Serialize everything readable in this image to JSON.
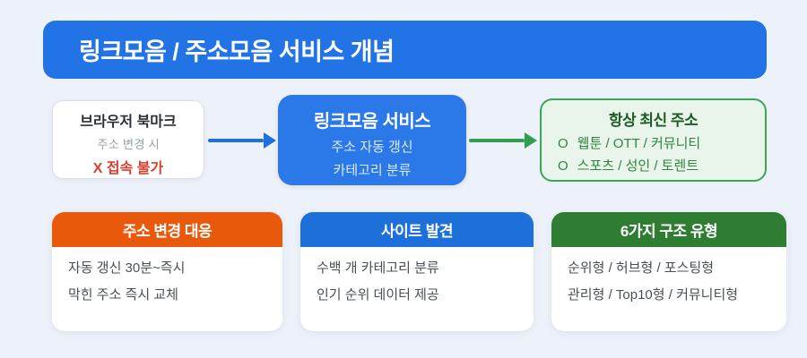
{
  "header": {
    "title": "링크모음 / 주소모음 서비스 개념",
    "bg": "#2273e6"
  },
  "flow": {
    "bookmark": {
      "title": "브라우저 북마크",
      "subtitle": "주소 변경 시",
      "warning": "X 접속 불가",
      "warning_color": "#e03e2d"
    },
    "arrow1_color": "#1e6fe0",
    "service": {
      "title": "링크모음 서비스",
      "line1": "주소 자동 갱신",
      "line2": "카테고리 분류",
      "bg": "#2b79e8"
    },
    "arrow2_color": "#2ea04d",
    "result": {
      "title": "항상 최신 주소",
      "items": [
        {
          "bullet": "O",
          "text": "웹툰 / OTT / 커뮤니티"
        },
        {
          "bullet": "O",
          "text": "스포츠 / 성인 / 토렌트"
        }
      ],
      "border_color": "#3aa65a",
      "bg": "#e9f5ea"
    }
  },
  "cards": [
    {
      "title": "주소 변경 대응",
      "header_color": "#e8590c",
      "lines": [
        "자동 갱신 30분~즉시",
        "막힌 주소 즉시 교체"
      ]
    },
    {
      "title": "사이트 발견",
      "header_color": "#1d6fd9",
      "lines": [
        "수백 개 카테고리 분류",
        "인기 순위 데이터 제공"
      ]
    },
    {
      "title": "6가지 구조 유형",
      "header_color": "#2e7d32",
      "lines": [
        "순위형 / 허브형 / 포스팅형",
        "관리형 / Top10형 / 커뮤니티형"
      ]
    }
  ]
}
